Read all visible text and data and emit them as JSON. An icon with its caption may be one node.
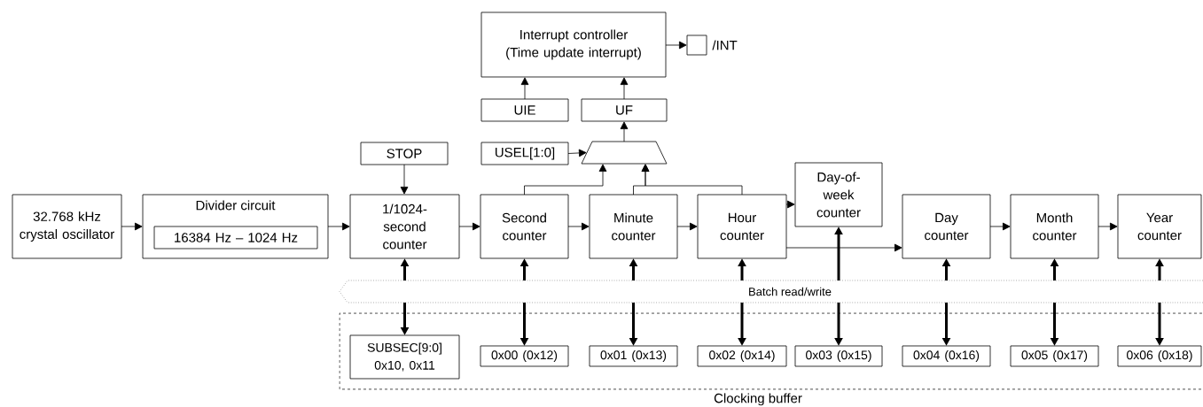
{
  "diagram": {
    "nodes": [
      {
        "text": [
          "32.768 kHz crystal oscillator"
        ]
      },
      {
        "text": [
          "Divider circuit"
        ]
      },
      {
        "text": [
          "16384 Hz – 1024 Hz"
        ],
        "in": 1
      },
      {
        "text": [
          "1/1024-second counter"
        ]
      },
      {
        "text": [
          "STOP"
        ]
      },
      {
        "text": [
          "Second counter"
        ]
      },
      {
        "text": [
          "Minute counter"
        ]
      },
      {
        "text": [
          "Hour counter"
        ]
      },
      {
        "text": [
          "Day-of-week counter"
        ]
      },
      {
        "text": [
          "Day counter"
        ]
      },
      {
        "text": [
          "Month counter"
        ]
      },
      {
        "text": [
          "Year counter"
        ]
      },
      {
        "text": [
          "Interrupt controller (Time update interrupt)"
        ]
      },
      {
        "text": [
          "UIE"
        ]
      },
      {
        "text": [
          "UF"
        ]
      },
      {
        "text": [],
        "shape": "trapezoid"
      },
      {
        "text": [
          "USEL[1:0]"
        ]
      },
      {
        "text": [],
        "shape": "box",
        "beside": [
          "/INT"
        ]
      },
      {
        "text": [
          "Batch read/write"
        ]
      },
      {
        "text": [
          "Clocking buffer"
        ]
      },
      {
        "text": [
          "SUBSEC[9:0] 0x10, 0x11"
        ],
        "in": 19
      },
      {
        "text": [
          "0x00 (0x12)"
        ],
        "in": 19
      },
      {
        "text": [
          "0x01 (0x13)"
        ],
        "in": 19
      },
      {
        "text": [
          "0x02 (0x14)"
        ],
        "in": 19
      },
      {
        "text": [
          "0x03 (0x15)"
        ],
        "in": 19
      },
      {
        "text": [
          "0x04 (0x16)"
        ],
        "in": 19
      },
      {
        "text": [
          "0x05 (0x17)"
        ],
        "in": 19
      },
      {
        "text": [
          "0x06 (0x18)"
        ],
        "in": 19
      }
    ],
    "edges": [
      {
        "from": 0,
        "to": 1,
        "arrow": "to"
      },
      {
        "from": 1,
        "to": 3,
        "arrow": "to"
      },
      {
        "from": 3,
        "to": 5,
        "arrow": "to"
      },
      {
        "from": 5,
        "to": 6,
        "arrow": "to"
      },
      {
        "from": 6,
        "to": 7,
        "arrow": "to"
      },
      {
        "from": 7,
        "to": 8,
        "arrow": "to"
      },
      {
        "from": 7,
        "to": 9,
        "arrow": "to"
      },
      {
        "from": 9,
        "to": 10,
        "arrow": "to"
      },
      {
        "from": 10,
        "to": 11,
        "arrow": "to"
      },
      {
        "from": 4,
        "to": 3,
        "arrow": "to"
      },
      {
        "from": 16,
        "to": 15,
        "arrow": "to"
      },
      {
        "from": 5,
        "to": 15,
        "arrow": "to"
      },
      {
        "from": 6,
        "to": 15,
        "arrow": "to"
      },
      {
        "from": 7,
        "to": 15,
        "arrow": "to"
      },
      {
        "from": 15,
        "to": 14,
        "arrow": "to"
      },
      {
        "from": 14,
        "to": 12,
        "arrow": "to"
      },
      {
        "from": 13,
        "to": 12,
        "arrow": "to"
      },
      {
        "from": 12,
        "to": 17,
        "arrow": "to"
      },
      {
        "from": 18,
        "to": 3,
        "arrow": "to",
        "style": "thick"
      },
      {
        "from": 18,
        "to": 20,
        "arrow": "to",
        "style": "thick"
      },
      {
        "from": 18,
        "to": 5,
        "arrow": "to",
        "style": "thick"
      },
      {
        "from": 18,
        "to": 21,
        "arrow": "to",
        "style": "thick"
      },
      {
        "from": 18,
        "to": 6,
        "arrow": "to",
        "style": "thick"
      },
      {
        "from": 18,
        "to": 22,
        "arrow": "to",
        "style": "thick"
      },
      {
        "from": 18,
        "to": 7,
        "arrow": "to",
        "style": "thick"
      },
      {
        "from": 18,
        "to": 23,
        "arrow": "to",
        "style": "thick"
      },
      {
        "from": 18,
        "to": 8,
        "arrow": "to",
        "style": "thick"
      },
      {
        "from": 18,
        "to": 24,
        "arrow": "to",
        "style": "thick"
      },
      {
        "from": 18,
        "to": 9,
        "arrow": "to",
        "style": "thick"
      },
      {
        "from": 18,
        "to": 25,
        "arrow": "to",
        "style": "thick"
      },
      {
        "from": 18,
        "to": 10,
        "arrow": "to",
        "style": "thick"
      },
      {
        "from": 18,
        "to": 26,
        "arrow": "to",
        "style": "thick"
      },
      {
        "from": 18,
        "to": 11,
        "arrow": "to",
        "style": "thick"
      },
      {
        "from": 18,
        "to": 27,
        "arrow": "to",
        "style": "thick"
      }
    ]
  }
}
